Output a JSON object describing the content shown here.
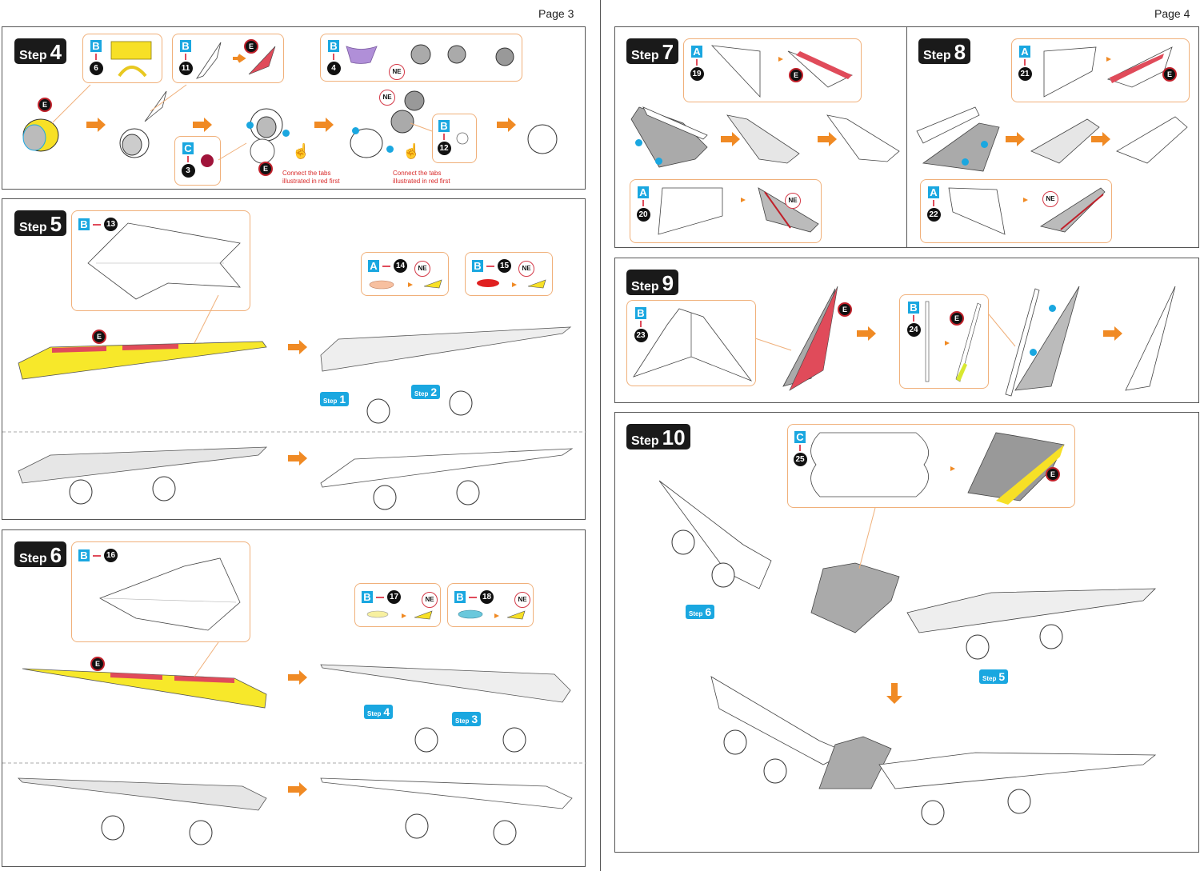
{
  "pages": {
    "left": {
      "label": "Page 3"
    },
    "right": {
      "label": "Page 4"
    }
  },
  "common": {
    "step_word": "Step",
    "edge_marker": "E",
    "no_edge_marker": "NE",
    "connect_note_line1": "Connect the tabs",
    "connect_note_line2": "illustrated in red first"
  },
  "steps": {
    "step4": {
      "number": "4",
      "callouts": [
        {
          "sheet": "B",
          "part": "6"
        },
        {
          "sheet": "B",
          "part": "11"
        },
        {
          "sheet": "C",
          "part": "3"
        },
        {
          "sheet": "B",
          "part": "4"
        },
        {
          "sheet": "B",
          "part": "12"
        }
      ]
    },
    "step5": {
      "number": "5",
      "callouts": [
        {
          "sheet": "B",
          "part": "13"
        },
        {
          "sheet": "A",
          "part": "14"
        },
        {
          "sheet": "B",
          "part": "15"
        }
      ],
      "refs": [
        "1",
        "2"
      ]
    },
    "step6": {
      "number": "6",
      "callouts": [
        {
          "sheet": "B",
          "part": "16"
        },
        {
          "sheet": "B",
          "part": "17"
        },
        {
          "sheet": "B",
          "part": "18"
        }
      ],
      "refs": [
        "4",
        "3"
      ]
    },
    "step7": {
      "number": "7",
      "callouts": [
        {
          "sheet": "A",
          "part": "19"
        },
        {
          "sheet": "A",
          "part": "20"
        }
      ]
    },
    "step8": {
      "number": "8",
      "callouts": [
        {
          "sheet": "A",
          "part": "21"
        },
        {
          "sheet": "A",
          "part": "22"
        }
      ]
    },
    "step9": {
      "number": "9",
      "callouts": [
        {
          "sheet": "B",
          "part": "23"
        },
        {
          "sheet": "B",
          "part": "24"
        }
      ]
    },
    "step10": {
      "number": "10",
      "callouts": [
        {
          "sheet": "C",
          "part": "25"
        }
      ],
      "refs": [
        "6",
        "5"
      ]
    }
  },
  "colors": {
    "accent_orange": "#f08a24",
    "sheet_blue": "#1aa7e0",
    "edge_red": "#e04b5a",
    "callout_border": "#f0b07a",
    "tab_green": "#8cc63f"
  }
}
